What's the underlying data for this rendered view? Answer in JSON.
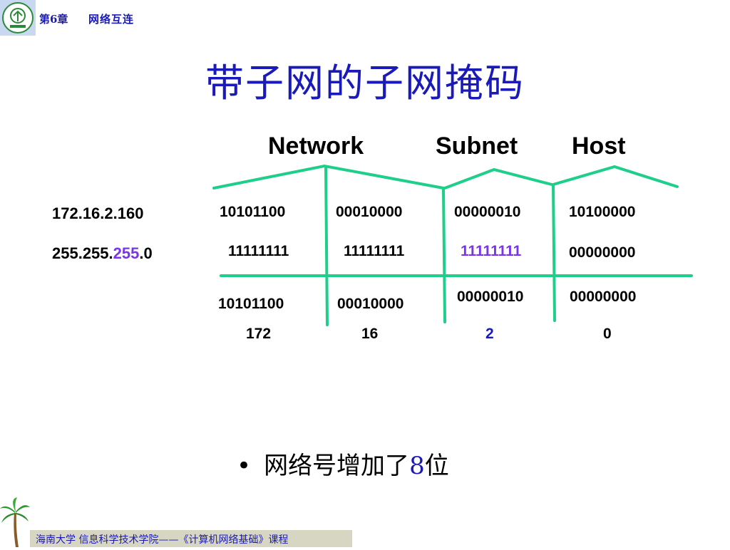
{
  "header": {
    "chapter": "第6章",
    "chapter_title": "网络互连"
  },
  "title": "带子网的子网掩码",
  "segments": {
    "network": "Network",
    "subnet": "Subnet",
    "host": "Host"
  },
  "ip": {
    "address": "172.16.2.160",
    "mask_prefix": "255.255.",
    "mask_highlight": "255",
    "mask_suffix": ".0"
  },
  "rows": {
    "address_bits": [
      "10101100",
      "00010000",
      "00000010",
      "10100000"
    ],
    "mask_bits": [
      "11111111",
      "11111111",
      "11111111",
      "00000000"
    ],
    "result_bits": [
      "10101100",
      "00010000",
      "00000010",
      "00000000"
    ],
    "result_decimal": [
      "172",
      "16",
      "2",
      "0"
    ]
  },
  "bullet": {
    "text_before": "网络号增加了",
    "number": "8",
    "text_after": "位"
  },
  "footer": {
    "text": "海南大学  信息科学技术学院——《计算机网络基础》课程"
  },
  "colors": {
    "accent_blue": "#1a1ab8",
    "highlight_purple": "#7a35e8",
    "line_green": "#1ecf8a",
    "footer_bg": "#d6d6c2"
  }
}
